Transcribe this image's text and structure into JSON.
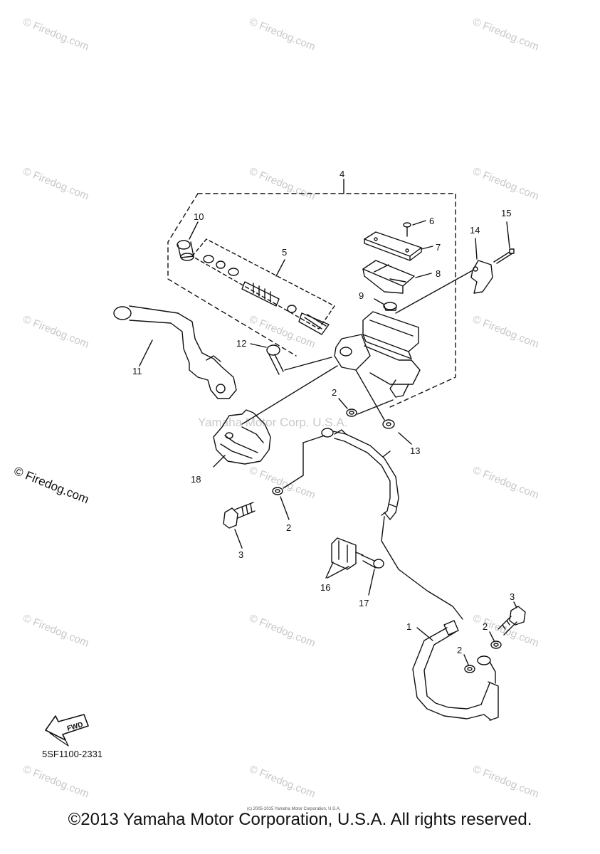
{
  "callouts": [
    "1",
    "2",
    "3",
    "4",
    "5",
    "6",
    "7",
    "8",
    "9",
    "10",
    "11",
    "12",
    "13",
    "14",
    "15",
    "16",
    "17",
    "18"
  ],
  "callout_list": [
    {
      "key": "4",
      "text": "4"
    },
    {
      "key": "10",
      "text": "10"
    },
    {
      "key": "5",
      "text": "5"
    },
    {
      "key": "6",
      "text": "6"
    },
    {
      "key": "15",
      "text": "15"
    },
    {
      "key": "7",
      "text": "7"
    },
    {
      "key": "14",
      "text": "14"
    },
    {
      "key": "8",
      "text": "8"
    },
    {
      "key": "9",
      "text": "9"
    },
    {
      "key": "12",
      "text": "12"
    },
    {
      "key": "11",
      "text": "11"
    },
    {
      "key": "2a",
      "text": "2"
    },
    {
      "key": "13",
      "text": "13"
    },
    {
      "key": "18",
      "text": "18"
    },
    {
      "key": "2b",
      "text": "2"
    },
    {
      "key": "3a",
      "text": "3"
    },
    {
      "key": "16",
      "text": "16"
    },
    {
      "key": "17",
      "text": "17"
    },
    {
      "key": "1",
      "text": "1"
    },
    {
      "key": "3b",
      "text": "3"
    },
    {
      "key": "2c",
      "text": "2"
    },
    {
      "key": "2d",
      "text": "2"
    }
  ],
  "watermark_text": "© Firedog.com",
  "watermark_small": "© Firedog.com",
  "center_watermark": "Yamaha Motor Corp. U.S.A.",
  "fwd_label": "FWD",
  "part_code": "5SF1100-2331",
  "tiny_copyright": "(c) 2005-2015 Yamaha Motor Corporation, U.S.A.",
  "footer": "©2013 Yamaha Motor Corporation, U.S.A. All rights reserved."
}
